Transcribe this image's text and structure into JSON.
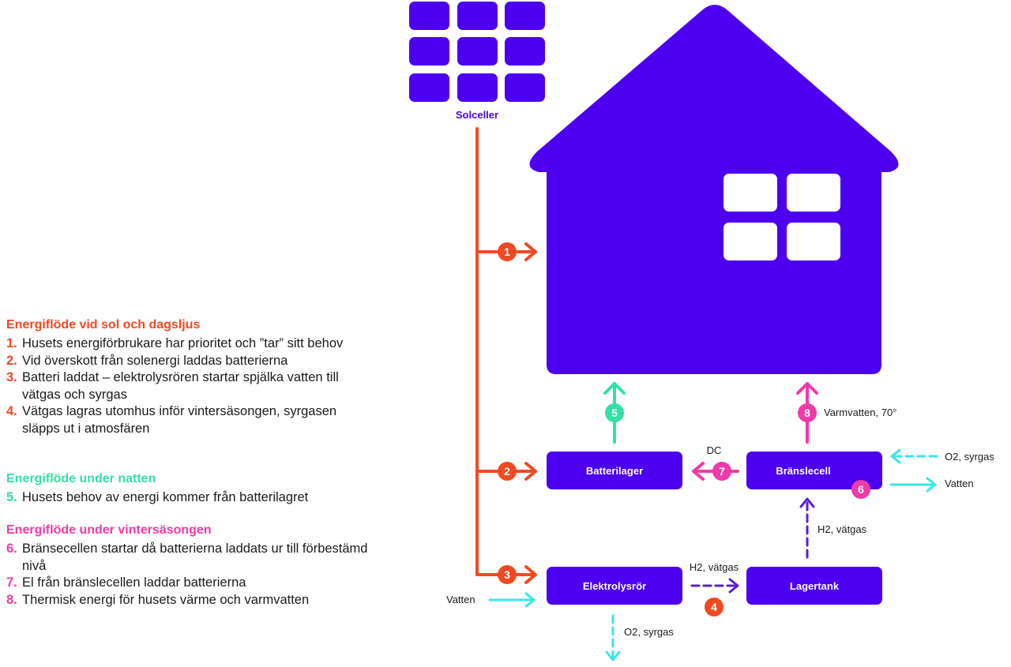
{
  "colors": {
    "purple": "#4d00f0",
    "orange": "#f04a23",
    "green": "#33e0a6",
    "pink": "#f03aa8",
    "cyan": "#3ae6e6",
    "dash_purple": "#5a1fd6"
  },
  "diagram": {
    "solar_label": "Solceller",
    "boxes": {
      "batterilager": "Batterilager",
      "branslecell": "Bränslecell",
      "elektrolysror": "Elektrolysrör",
      "lagertank": "Lagertank"
    },
    "badges": [
      "1",
      "2",
      "3",
      "4",
      "5",
      "6",
      "7",
      "8"
    ],
    "flow_labels": {
      "dc": "DC",
      "varmvatten": "Varmvatten, 70°",
      "o2_in": "O2, syrgas",
      "vatten_out": "Vatten",
      "h2_up": "H2, vätgas",
      "h2_right": "H2, vätgas",
      "vatten_in": "Vatten",
      "o2_out": "O2, syrgas"
    }
  },
  "legend": {
    "day": {
      "title": "Energiflöde vid sol och dagsljus",
      "items": [
        {
          "num": "1.",
          "text": "Husets energiförbrukare har prioritet och ”tar” sitt behov"
        },
        {
          "num": "2.",
          "text": "Vid överskott från solenergi laddas batterierna"
        },
        {
          "num": "3.",
          "text": "Batteri laddat – elektrolysrören startar spjälka vatten till vätgas och syrgas"
        },
        {
          "num": "4.",
          "text": "Vätgas lagras utomhus inför vintersäsongen, syrgasen släpps ut i atmosfären"
        }
      ]
    },
    "night": {
      "title": "Energiflöde under natten",
      "items": [
        {
          "num": "5.",
          "text": "Husets behov av energi kommer från batterilagret"
        }
      ]
    },
    "winter": {
      "title": "Energiflöde under vintersäsongen",
      "items": [
        {
          "num": "6.",
          "text": "Bränsecellen startar då batterierna laddats ur till förbestämd nivå"
        },
        {
          "num": "7.",
          "text": "El från bränslecellen laddar batterierna"
        },
        {
          "num": "8.",
          "text": "Thermisk energi för husets värme och varmvatten"
        }
      ]
    }
  }
}
